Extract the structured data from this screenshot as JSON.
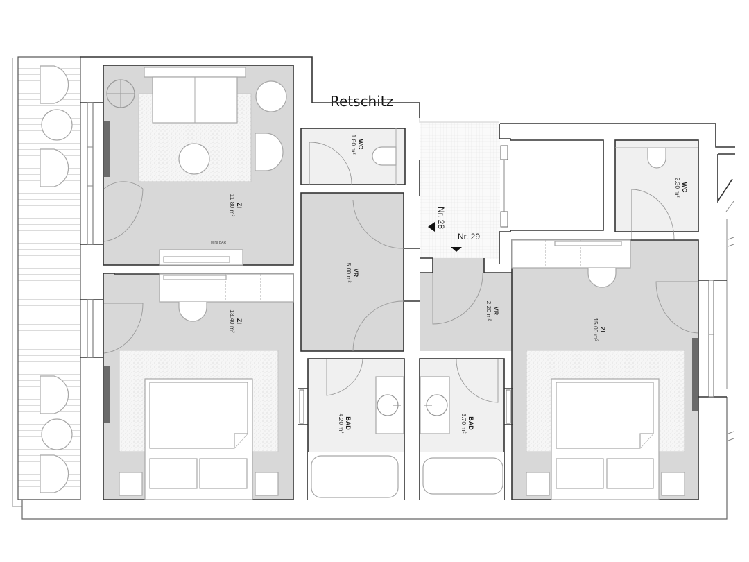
{
  "plan": {
    "title": "Retschitz",
    "colors": {
      "wall": "#333333",
      "room_living": "#d8d8d8",
      "room_wet": "#f0f0f0",
      "accent_heater": "#6b6b6b"
    },
    "rooms": [
      {
        "id": "zi-1",
        "name": "ZI",
        "area": "11.80 m²",
        "type": "living"
      },
      {
        "id": "wc-1",
        "name": "WC",
        "area": "1.80 m²",
        "type": "wet"
      },
      {
        "id": "vr-1",
        "name": "VR",
        "area": "5.00 m²",
        "type": "living"
      },
      {
        "id": "zi-2",
        "name": "ZI",
        "area": "13.40 m²",
        "type": "living"
      },
      {
        "id": "bad-1",
        "name": "BAD",
        "area": "4.20 m²",
        "type": "wet"
      },
      {
        "id": "bad-2",
        "name": "BAD",
        "area": "3.70 m²",
        "type": "wet"
      },
      {
        "id": "vr-2",
        "name": "VR",
        "area": "2.20 m²",
        "type": "living"
      },
      {
        "id": "zi-3",
        "name": "ZI",
        "area": "15.00 m²",
        "type": "living"
      },
      {
        "id": "wc-2",
        "name": "WC",
        "area": "2.30 m²",
        "type": "wet"
      }
    ],
    "entrances": [
      {
        "id": "nr-28",
        "label": "Nr. 28",
        "direction": "left"
      },
      {
        "id": "nr-29",
        "label": "Nr. 29",
        "direction": "down"
      }
    ],
    "minibar_label": "MINI BAR"
  }
}
